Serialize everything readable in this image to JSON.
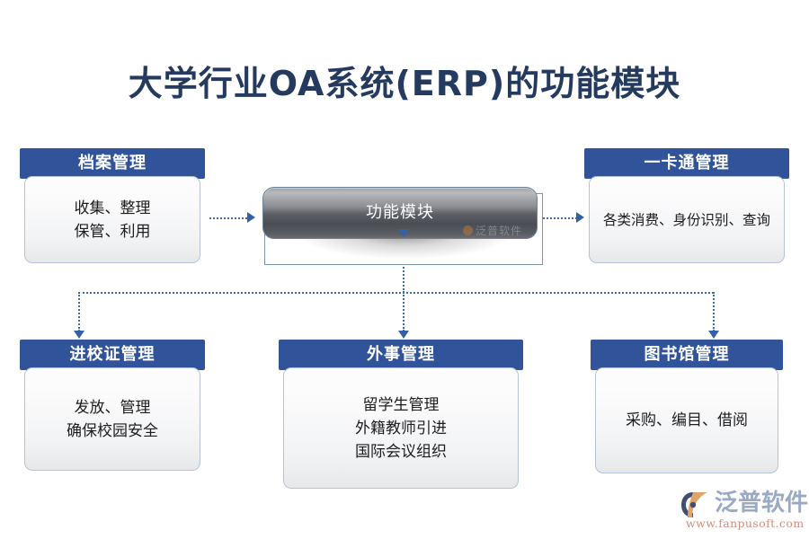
{
  "page": {
    "title": "大学行业OA系统(ERP)的功能模块",
    "background_color": "#ffffff",
    "accent_color": "#31539a",
    "connector_color": "#3461a5",
    "title_color": "#243a5e"
  },
  "center_node": {
    "label": "功能模块",
    "inner_watermark": "泛普软件"
  },
  "cards": {
    "archive": {
      "header": "档案管理",
      "lines": [
        "收集、整理",
        "保管、利用"
      ]
    },
    "campuscard": {
      "header": "一卡通管理",
      "lines": [
        "各类消费、身份识别、查询"
      ]
    },
    "pass": {
      "header": "进校证管理",
      "lines": [
        "发放、管理",
        "确保校园安全"
      ]
    },
    "foreign": {
      "header": "外事管理",
      "lines": [
        "留学生管理",
        "外籍教师引进",
        "国际会议组织"
      ]
    },
    "library": {
      "header": "图书馆管理",
      "lines": [
        "采购、编目、借阅"
      ]
    }
  },
  "brand": {
    "name": "泛普软件",
    "url": "www.fanpusoft.com"
  }
}
